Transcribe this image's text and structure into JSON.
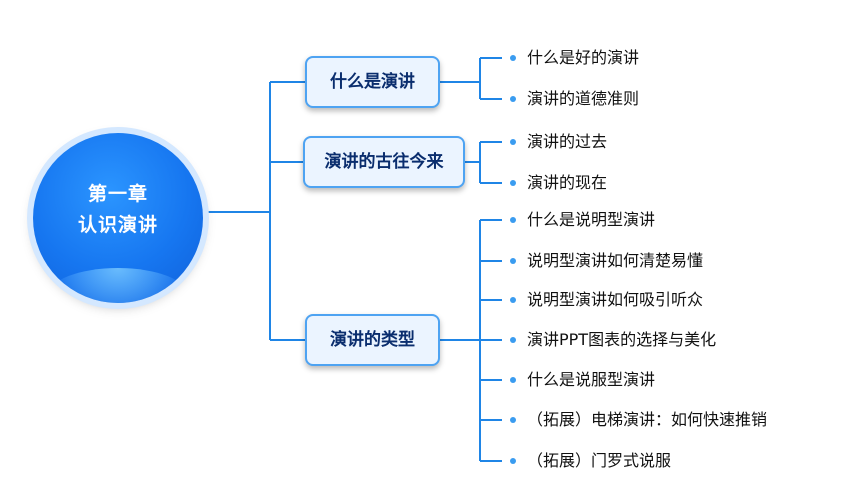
{
  "root": {
    "line1": "第一章",
    "line2": "认识演讲"
  },
  "branches": [
    {
      "label": "什么是演讲",
      "children": [
        "什么是好的演讲",
        "演讲的道德准则"
      ]
    },
    {
      "label": "演讲的古往今来",
      "children": [
        "演讲的过去",
        "演讲的现在"
      ]
    },
    {
      "label": "演讲的类型",
      "children": [
        "什么是说明型演讲",
        "说明型演讲如何清楚易懂",
        "说明型演讲如何吸引听众",
        "演讲PPT图表的选择与美化",
        "什么是说服型演讲",
        "（拓展）电梯演讲：如何快速推销",
        "（拓展）门罗式说服"
      ]
    }
  ],
  "colors": {
    "line": "#1f85e6",
    "root": "#1676f0",
    "node_border": "#4ea3f2",
    "node_fill": "#ebf4ff",
    "dot": "#3a9cf0"
  }
}
